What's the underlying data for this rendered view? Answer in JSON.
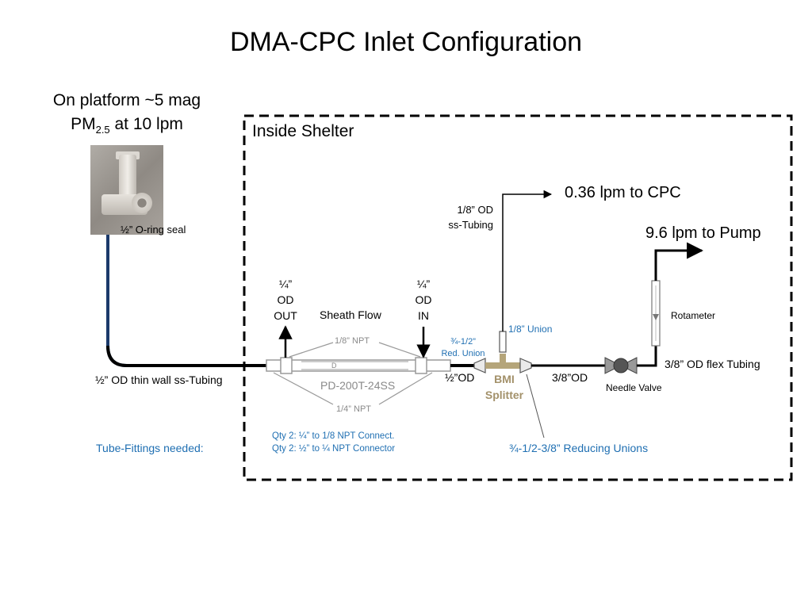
{
  "title": "DMA-CPC Inlet Configuration",
  "inlet": {
    "line1": "On platform ~5 mag",
    "pm_prefix": "PM",
    "pm_sub": "2.5",
    "pm_suffix": " at 10 lpm",
    "seal_label": "½” O-ring seal"
  },
  "shelter_label": "Inside Shelter",
  "labels": {
    "cpc_flow": "0.36 lpm to CPC",
    "pump_flow": "9.6 lpm to Pump",
    "eighth_tubing_1": "1/8” OD",
    "eighth_tubing_2": "ss-Tubing",
    "out_1": "¼”",
    "out_2": "OD",
    "out_3": "OUT",
    "in_1": "¼”",
    "in_2": "OD",
    "in_3": "IN",
    "sheath_flow": "Sheath Flow",
    "eighth_union": "1/8” Union",
    "rotameter": "Rotameter",
    "eighth_npt": "1/8” NPT",
    "red_union_1": "¾-1/2”",
    "red_union_2": "Red. Union",
    "flex_tubing": "3/8” OD flex Tubing",
    "half_thin_wall": "½” OD thin wall ss-Tubing",
    "pd_model": "PD-200T-24SS",
    "half_od": "½”OD",
    "bmi_1": "BMI",
    "bmi_2": "Splitter",
    "three_eighth_od": "3/8”OD",
    "needle_valve": "Needle Valve",
    "quarter_npt": "1/4” NPT",
    "fittings_needed": "Tube-Fittings needed:",
    "qty_1": "Qty 2: ¼” to 1/8 NPT Connect.",
    "qty_2": "Qty 2: ½” to ¼ NPT Connector",
    "reducing_unions": "¾-1/2-3/8” Reducing Unions"
  },
  "colors": {
    "blue_text": "#1f6fb2",
    "inlet_tube": "#1b3a6b",
    "splitter": "#b5a57a",
    "gray_text": "#8a8a8a"
  }
}
